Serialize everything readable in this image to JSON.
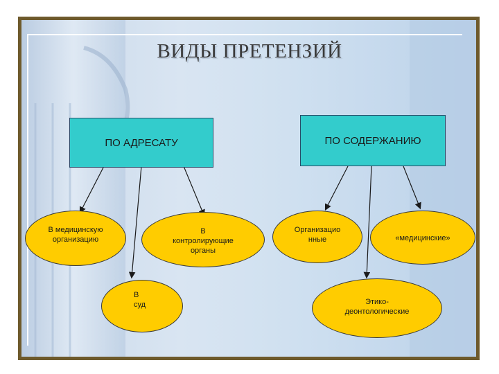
{
  "title": "ВИДЫ ПРЕТЕНЗИЙ",
  "by_addressee": {
    "label": "ПО АДРЕСАТУ",
    "items": [
      "В медицинскую организацию",
      "В контролирующие органы",
      "В суд"
    ]
  },
  "by_content": {
    "label": "ПО СОДЕРЖАНИЮ",
    "items": [
      "Организацио нные",
      "«медицинские»",
      "Этико- деонтологические"
    ]
  },
  "colors": {
    "box_fill": "#33cccc",
    "ellipse_fill": "#ffcc00",
    "frame": "#6e5a2c"
  }
}
